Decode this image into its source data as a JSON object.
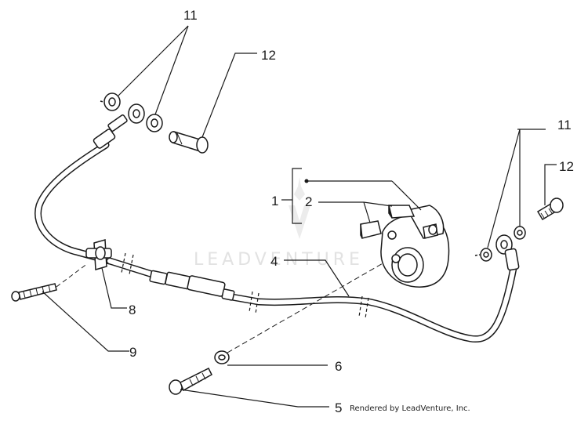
{
  "diagram": {
    "callouts": {
      "c11_left": "11",
      "c12_left": "12",
      "c11_right": "11",
      "c12_right": "12",
      "c1": "1",
      "c2": "2",
      "c4": "4",
      "c8": "8",
      "c9": "9",
      "c6": "6",
      "c5": "5"
    },
    "watermark": "LEADVENTURE",
    "credit": "Rendered by LeadVenture, Inc."
  }
}
